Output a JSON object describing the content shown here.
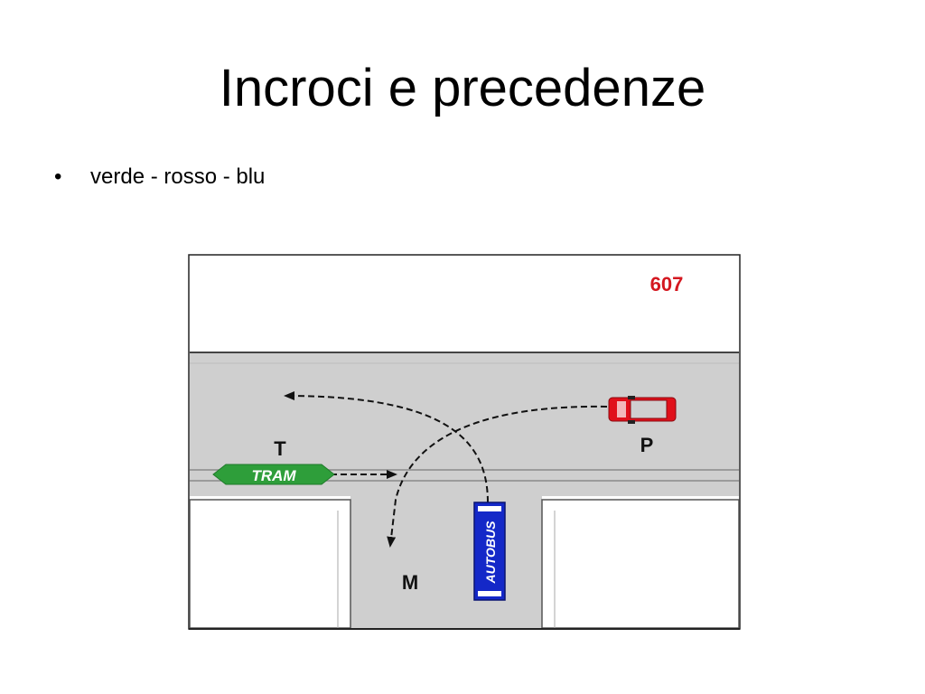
{
  "slide": {
    "title": "Incroci e precedenze",
    "bullets": [
      {
        "marker": "•",
        "text": "verde - rosso - blu"
      }
    ]
  },
  "diagram": {
    "quiz_number": "607",
    "vehicles": {
      "tram": {
        "letter": "T",
        "label": "TRAM",
        "color": "#2e9e3a"
      },
      "car": {
        "letter": "P",
        "color": "#e0101a"
      },
      "bus": {
        "letter": "M",
        "label": "AUTOBUS",
        "color": "#1428c8"
      }
    },
    "colors": {
      "road": "#cfcfcf",
      "sidewalk": "#ffffff",
      "border": "#222222",
      "number": "#d41820",
      "path": "#111111"
    }
  }
}
